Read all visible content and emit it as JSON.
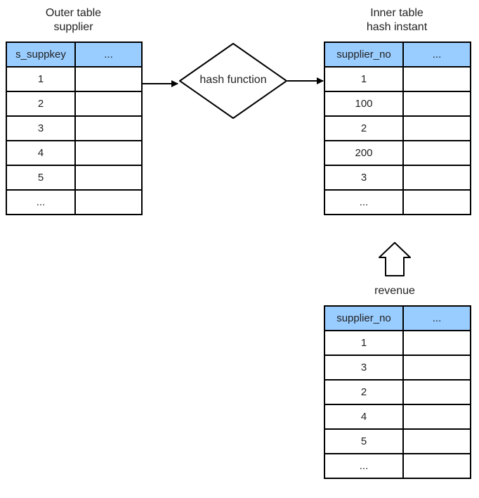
{
  "outer_table": {
    "caption_line1": "Outer table",
    "caption_line2": "supplier",
    "headers": [
      "s_suppkey",
      "..."
    ],
    "rows": [
      [
        "1",
        ""
      ],
      [
        "2",
        ""
      ],
      [
        "3",
        ""
      ],
      [
        "4",
        ""
      ],
      [
        "5",
        ""
      ],
      [
        "...",
        ""
      ]
    ]
  },
  "hash_node": {
    "label": "hash function"
  },
  "inner_table": {
    "caption_line1": "Inner table",
    "caption_line2": "hash instant",
    "headers": [
      "supplier_no",
      "..."
    ],
    "rows": [
      [
        "1",
        ""
      ],
      [
        "100",
        ""
      ],
      [
        "2",
        ""
      ],
      [
        "200",
        ""
      ],
      [
        "3",
        ""
      ],
      [
        "...",
        ""
      ]
    ]
  },
  "revenue_table": {
    "caption": "revenue",
    "headers": [
      "supplier_no",
      "..."
    ],
    "rows": [
      [
        "1",
        ""
      ],
      [
        "3",
        ""
      ],
      [
        "2",
        ""
      ],
      [
        "4",
        ""
      ],
      [
        "5",
        ""
      ],
      [
        "...",
        ""
      ]
    ]
  },
  "colors": {
    "header_fill": "#99ccff",
    "border": "#000000",
    "background": "#ffffff"
  }
}
